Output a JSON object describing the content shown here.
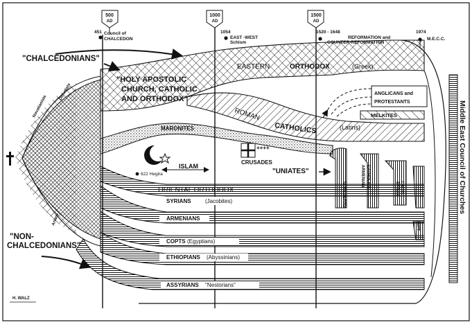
{
  "timeline": {
    "markers": [
      {
        "id": "m500",
        "year": "500",
        "era": "AD"
      },
      {
        "id": "m1000",
        "year": "1000",
        "era": "AD"
      },
      {
        "id": "m1500",
        "year": "1500",
        "era": "AD"
      }
    ],
    "events": [
      {
        "id": "e451",
        "date": "451",
        "line1": "Council of",
        "line2": "CHALCEDON"
      },
      {
        "id": "e1054",
        "date": "1054",
        "line1": "EAST -WEST",
        "line2": "Schism"
      },
      {
        "id": "e1520",
        "date": "1520 - 1648",
        "line1": "REFORMATION and",
        "line2": "COUNTER-REFORMATION"
      },
      {
        "id": "e1974",
        "date": "1974",
        "line1": "M.E.C.C.",
        "line2": ""
      }
    ]
  },
  "groups": {
    "chalcedonians": "\"CHALCEDONIANS\"",
    "non_chalcedonians_1": "\"NON-",
    "non_chalcedonians_2": "CHALCEDONIANS\"",
    "holy_1": "\"HOLY APOSTOLIC",
    "holy_2": "CHURCH, CATHOLIC",
    "holy_3": "AND ORTHODOX\"",
    "eastern": "EASTERN",
    "orthodox": "ORTHODOX",
    "greek": "(Greek)",
    "roman": "ROMAN",
    "catholics": "CATHOLICS",
    "latins": "(Latins)",
    "anglicans": "ANGLICANS and",
    "protestants": "PROTESTANTS",
    "melkites": "MELKITES",
    "maronites": "MARONITES",
    "islam": "ISLAM",
    "hegira": "622 Hegira",
    "crusades": "CRUSADES",
    "uniates": "\"UNIATES\"",
    "oriental": "ORIENTAL ORTHODOX",
    "syrians": "SYRIANS",
    "jacobites": "(Jacobites)",
    "armenians": "ARMENIANS",
    "copts": "COPTS",
    "egyptians": "(Egyptians)",
    "ethiopians": "ETHIOPIANS",
    "abyssinians": "(Abyssinians)",
    "assyrians": "ASSYRIANS",
    "nestorians": "\"Nestorians\"",
    "chaldeans": "CHALDEANS",
    "armenian_catholics_1": "ARMENIAN",
    "armenian_catholics_2": "CATHOLICS",
    "syrian_caths_1": "SYRIAN",
    "syrian_caths_2": "CATHS.",
    "copt_caths": "COPT",
    "novatianists": "Novatianists",
    "donatists": "Donatists",
    "arians": "Arians",
    "mecc_vertical": "Middle East Council of Churches",
    "signature": "H. WALZ"
  },
  "colors": {
    "ink": "#111111",
    "paper": "#ffffff"
  }
}
